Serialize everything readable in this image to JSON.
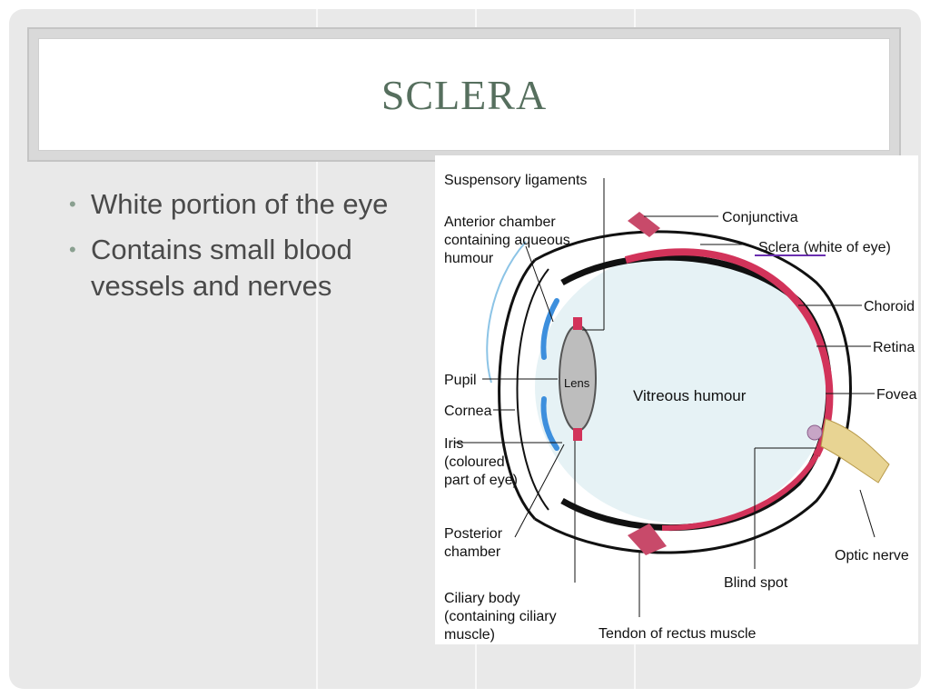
{
  "slide": {
    "title": "SCLERA",
    "bullets": [
      "White portion of the eye",
      "Contains small blood vessels and nerves"
    ]
  },
  "diagram": {
    "labels": {
      "suspensory": "Suspensory ligaments",
      "anterior_1": "Anterior chamber",
      "anterior_2": "containing aqueous",
      "anterior_3": "humour",
      "conjunctiva": "Conjunctiva",
      "sclera": "Sclera (white of eye)",
      "choroid": "Choroid",
      "retina": "Retina",
      "fovea": "Fovea",
      "pupil": "Pupil",
      "cornea": "Cornea",
      "lens": "Lens",
      "vitreous": "Vitreous humour",
      "iris_1": "Iris",
      "iris_2": "(coloured",
      "iris_3": "part of eye)",
      "posterior_1": "Posterior",
      "posterior_2": "chamber",
      "optic": "Optic nerve",
      "blind": "Blind spot",
      "ciliary_1": "Ciliary body",
      "ciliary_2": "(containing ciliary",
      "ciliary_3": "muscle)",
      "tendon": "Tendon of rectus muscle"
    },
    "colors": {
      "sclera_highlight": "#6a2fb0",
      "choroid_retina": "#d2335a",
      "cornea_blue": "#3d8fdd",
      "vitreous_fill": "#e6f2f5"
    }
  }
}
